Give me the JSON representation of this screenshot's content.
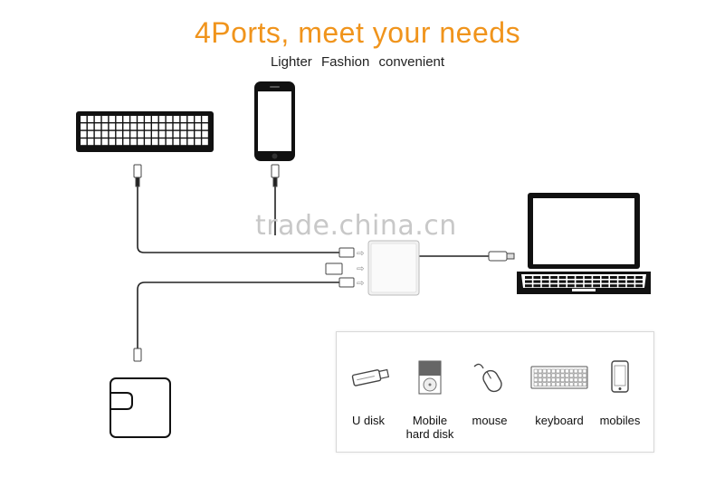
{
  "header": {
    "title": "4Ports, meet your needs",
    "subtitle": "Lighter  Fashion  convenient"
  },
  "watermark": "trade.china.cn",
  "legend": {
    "items": [
      {
        "label": "U disk",
        "icon": "usb-drive-icon"
      },
      {
        "label": "Mobile\nhard disk",
        "icon": "hard-disk-icon"
      },
      {
        "label": "mouse",
        "icon": "mouse-icon"
      },
      {
        "label": "keyboard",
        "icon": "keyboard-icon"
      },
      {
        "label": "mobiles",
        "icon": "mobile-phone-icon"
      }
    ]
  },
  "colors": {
    "title": "#f0941c",
    "line": "#222222",
    "device": "#111111"
  }
}
